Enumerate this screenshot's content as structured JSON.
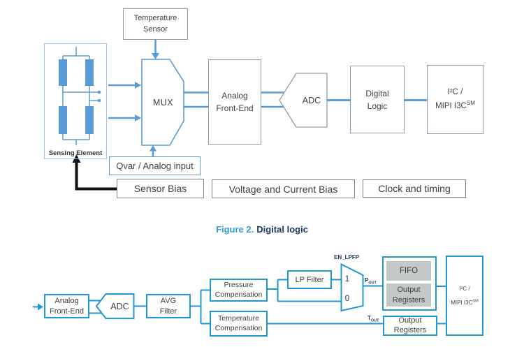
{
  "top": {
    "temperature_sensor": "Temperature Sensor",
    "sensing_element": "Sensing Element",
    "mux": "MUX",
    "afe": "Analog\nFront-End",
    "adc": "ADC",
    "digital_logic": "Digital\nLogic",
    "i2c_line1": "I²C /",
    "i2c_line2": "MIPI I3C",
    "i2c_sup": "SM",
    "qvar": "Qvar / Analog input",
    "sensor_bias": "Sensor Bias",
    "voltage_bias": "Voltage and Current Bias",
    "clock": "Clock and timing"
  },
  "caption": {
    "prefix": "Figure 2.",
    "title": "Digital logic"
  },
  "bottom": {
    "afe": "Analog\nFront-End",
    "adc": "ADC",
    "avg_filter": "AVG\nFilter",
    "pressure_comp": "Pressure\nCompensation",
    "temp_comp": "Temperature\nCompensation",
    "lp_filter": "LP Filter",
    "en_lpfp": "EN_LPFP",
    "mux_in_1": "1",
    "mux_in_0": "0",
    "p_out_main": "P",
    "p_out_sub": "OUT",
    "t_out_main": "T",
    "t_out_sub": "OUT",
    "fifo": "FIFO",
    "output_registers_top": "Output\nRegisters",
    "output_registers_bottom": "Output\nRegisters",
    "i2c_line1": "I²C /",
    "i2c_line2": "MIPI I3C",
    "i2c_sup": "SM"
  },
  "colors": {
    "top_blue": "#5b9bd5",
    "slate": "#8a9cb2",
    "light_blue": "#9dc3e6",
    "gray_border": "#7f7f7f",
    "bottom_blue": "#2096d3",
    "gray_fill": "#c4c8c9",
    "text_dark": "#3f3f3f",
    "caption_prefix": "#2f9fd8",
    "caption_title": "#1f3864",
    "signal": "#203864",
    "arrow_black": "#111111"
  }
}
